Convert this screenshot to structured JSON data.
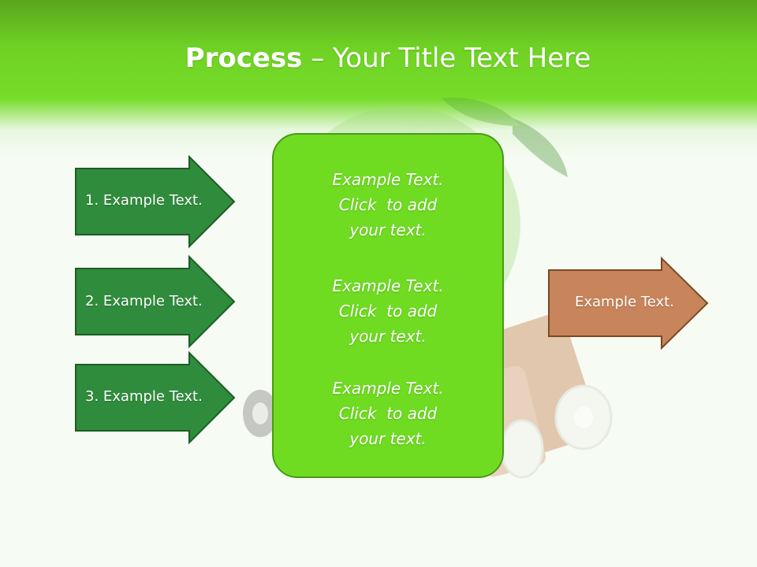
{
  "slide": {
    "title_strong": "Process",
    "title_rest": " – Your Title Text Here"
  },
  "left_arrows": [
    {
      "label": "1. Example Text."
    },
    {
      "label": "2. Example Text."
    },
    {
      "label": "3. Example Text."
    }
  ],
  "center_box": {
    "blocks": [
      {
        "lines": [
          "Example Text.",
          "Click  to add",
          "your text."
        ]
      },
      {
        "lines": [
          "Example Text.",
          "Click  to add",
          "your text."
        ]
      },
      {
        "lines": [
          "Example Text.",
          "Click  to add",
          "your text."
        ]
      }
    ]
  },
  "right_arrow": {
    "label": "Example Text."
  },
  "colors": {
    "header_green": "#6fd224",
    "arrow_green": "#2f8c3c",
    "box_green": "#6fdc22",
    "arrow_brown": "#c8845a"
  }
}
